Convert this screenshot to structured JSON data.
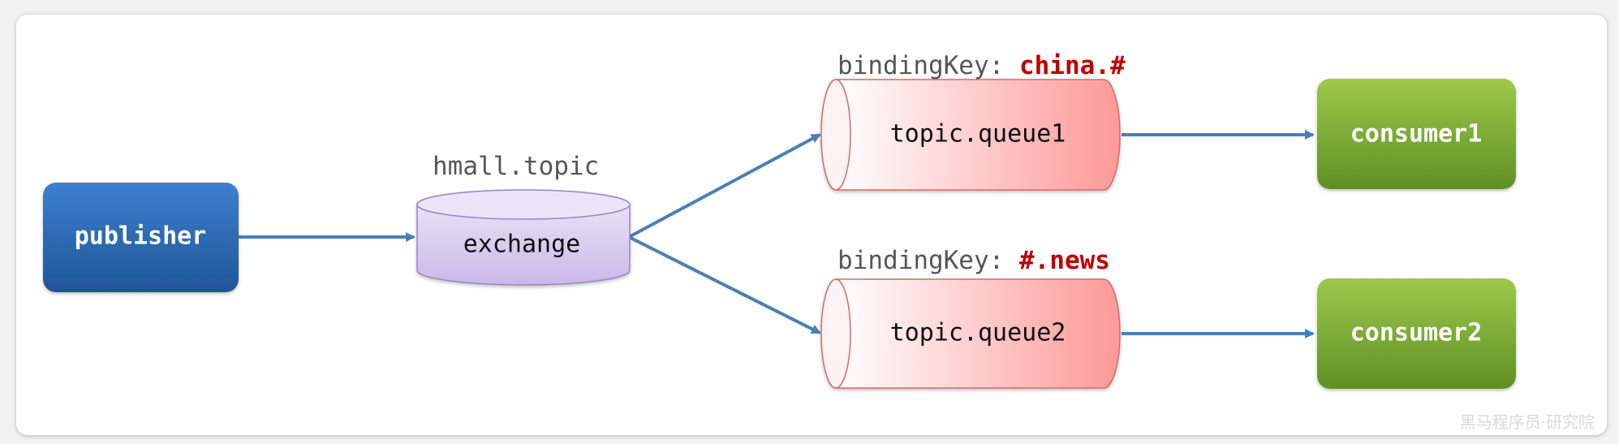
{
  "publisher": {
    "label": "publisher"
  },
  "exchange": {
    "name": "hmall.topic",
    "label": "exchange"
  },
  "queues": [
    {
      "label": "topic.queue1",
      "binding_prefix": "bindingKey: ",
      "binding_key": "china.#"
    },
    {
      "label": "topic.queue2",
      "binding_prefix": "bindingKey: ",
      "binding_key": "#.news"
    }
  ],
  "consumers": [
    {
      "label": "consumer1"
    },
    {
      "label": "consumer2"
    }
  ],
  "watermark": "黑马程序员·研究院",
  "colors": {
    "arrow": "#4a7ebb",
    "publisher": "#2e6bb5",
    "exchange": "#dcd0ef",
    "queue": "#ff9a9a",
    "consumer": "#7fae3c",
    "binding_key": "#c00000"
  }
}
